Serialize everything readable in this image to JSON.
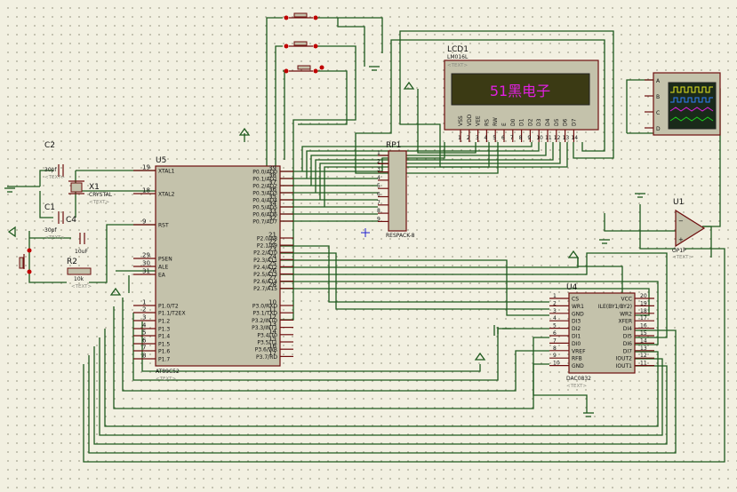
{
  "lcd": {
    "ref": "LCD1",
    "model": "LM016L",
    "display": "51黑电子",
    "text_tag": "<TEXT>",
    "pins": [
      "VSS",
      "VDD",
      "VEE",
      "RS",
      "RW",
      "E",
      "D0",
      "D1",
      "D2",
      "D3",
      "D4",
      "D5",
      "D6",
      "D7"
    ],
    "pin_numbers": [
      "1",
      "2",
      "3",
      "4",
      "5",
      "6",
      "7",
      "8",
      "9",
      "10",
      "11",
      "12",
      "13",
      "14"
    ]
  },
  "mcu": {
    "ref": "U5",
    "model": "AT89C52",
    "text_tag": "<TEXT>",
    "left_pins": [
      {
        "name": "XTAL1",
        "num": "19"
      },
      {
        "name": "XTAL2",
        "num": "18"
      },
      {
        "name": "RST",
        "num": "9"
      },
      {
        "name": "PSEN",
        "num": "29"
      },
      {
        "name": "ALE",
        "num": "30"
      },
      {
        "name": "EA",
        "num": "31"
      },
      {
        "name": "P1.0/T2",
        "num": "1"
      },
      {
        "name": "P1.1/T2EX",
        "num": "2"
      },
      {
        "name": "P1.2",
        "num": "3"
      },
      {
        "name": "P1.3",
        "num": "4"
      },
      {
        "name": "P1.4",
        "num": "5"
      },
      {
        "name": "P1.5",
        "num": "6"
      },
      {
        "name": "P1.6",
        "num": "7"
      },
      {
        "name": "P1.7",
        "num": "8"
      }
    ],
    "right_pins": [
      {
        "name": "P0.0/AD0",
        "num": "39"
      },
      {
        "name": "P0.1/AD1",
        "num": "38"
      },
      {
        "name": "P0.2/AD2",
        "num": "37"
      },
      {
        "name": "P0.3/AD3",
        "num": "36"
      },
      {
        "name": "P0.4/AD4",
        "num": "35"
      },
      {
        "name": "P0.5/AD5",
        "num": "34"
      },
      {
        "name": "P0.6/AD6",
        "num": "33"
      },
      {
        "name": "P0.7/AD7",
        "num": "32"
      },
      {
        "name": "P2.0/A8",
        "num": "21"
      },
      {
        "name": "P2.1/A9",
        "num": "22"
      },
      {
        "name": "P2.2/A10",
        "num": "23"
      },
      {
        "name": "P2.3/A11",
        "num": "24"
      },
      {
        "name": "P2.4/A12",
        "num": "25"
      },
      {
        "name": "P2.5/A13",
        "num": "26"
      },
      {
        "name": "P2.6/A14",
        "num": "27"
      },
      {
        "name": "P2.7/A15",
        "num": "28"
      },
      {
        "name": "P3.0/RXD",
        "num": "10"
      },
      {
        "name": "P3.1/TXD",
        "num": "11"
      },
      {
        "name": "P3.2/INT0",
        "num": "12"
      },
      {
        "name": "P3.3/INT1",
        "num": "13"
      },
      {
        "name": "P3.4/T0",
        "num": "14"
      },
      {
        "name": "P3.5/T1",
        "num": "15"
      },
      {
        "name": "P3.6/WR",
        "num": "16"
      },
      {
        "name": "P3.7/RD",
        "num": "17"
      }
    ]
  },
  "dac": {
    "ref": "U4",
    "model": "DAC0832",
    "text_tag": "<TEXT>",
    "left_pins": [
      {
        "name": "CS",
        "num": "1"
      },
      {
        "name": "WR1",
        "num": "2"
      },
      {
        "name": "GND",
        "num": "3"
      },
      {
        "name": "DI3",
        "num": "4"
      },
      {
        "name": "DI2",
        "num": "5"
      },
      {
        "name": "DI1",
        "num": "6"
      },
      {
        "name": "DI0",
        "num": "7"
      },
      {
        "name": "VREF",
        "num": "8"
      },
      {
        "name": "RFB",
        "num": "9"
      },
      {
        "name": "GND",
        "num": "10"
      }
    ],
    "right_pins": [
      {
        "name": "VCC",
        "num": "20"
      },
      {
        "name": "ILE(BY1/BY2)",
        "num": "19"
      },
      {
        "name": "WR2",
        "num": "18"
      },
      {
        "name": "XFER",
        "num": "17"
      },
      {
        "name": "DI4",
        "num": "16"
      },
      {
        "name": "DI5",
        "num": "15"
      },
      {
        "name": "DI6",
        "num": "14"
      },
      {
        "name": "DI7",
        "num": "13"
      },
      {
        "name": "IOUT2",
        "num": "12"
      },
      {
        "name": "IOUT1",
        "num": "11"
      }
    ]
  },
  "rp": {
    "ref": "RP1",
    "model": "RESPACK-8",
    "pins": [
      "1",
      "2",
      "3",
      "4",
      "5",
      "6",
      "7",
      "8",
      "9"
    ]
  },
  "opamp": {
    "ref": "U1",
    "model": "OP1P",
    "text_tag": "<TEXT>"
  },
  "crystal": {
    "ref": "X1",
    "model": "CRYSTAL",
    "text_tag": "<TEXT>"
  },
  "c1": {
    "ref": "C1",
    "value": "30pf",
    "text_tag": "<TEXT>"
  },
  "c2": {
    "ref": "C2",
    "value": "30pf",
    "text_tag": "<TEXT>"
  },
  "c4": {
    "ref": "C4",
    "value": "10uF"
  },
  "r2": {
    "ref": "R2",
    "value": "10k",
    "text_tag": "<TEXT>"
  },
  "scope": {
    "channels": [
      "A",
      "B",
      "C",
      "D"
    ]
  }
}
